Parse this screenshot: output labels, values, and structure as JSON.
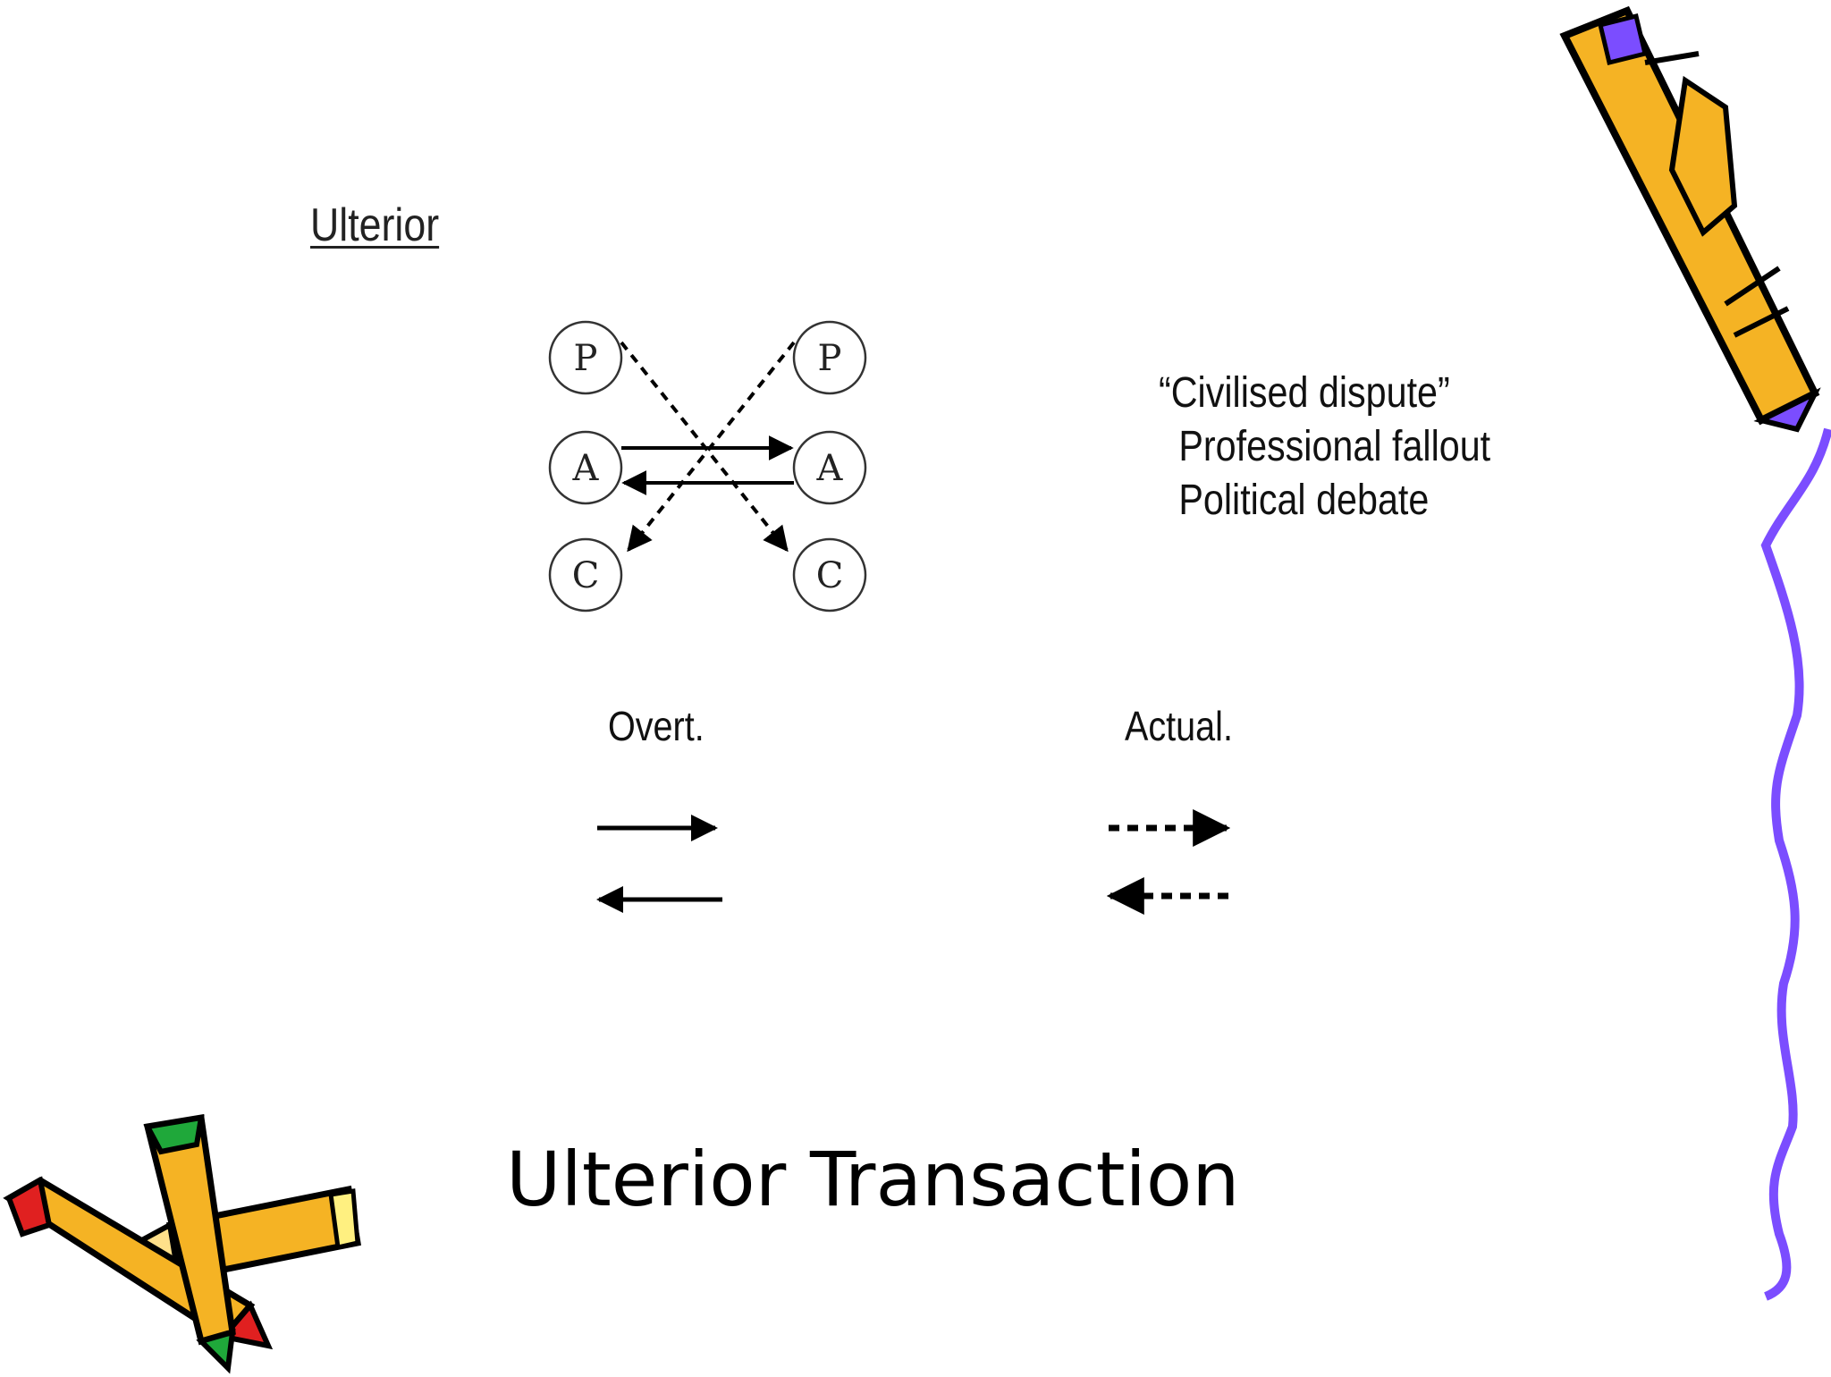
{
  "heading": "Ulterior",
  "diagram": {
    "left_nodes": [
      "P",
      "A",
      "C"
    ],
    "right_nodes": [
      "P",
      "A",
      "C"
    ]
  },
  "examples": {
    "title": "“Civilised dispute”",
    "items": [
      "Professional fallout",
      "Political debate"
    ]
  },
  "legend": {
    "overt_label": "Overt.",
    "actual_label": "Actual."
  },
  "slide_title": "Ulterior Transaction",
  "icons": [
    "pencil-icon",
    "crossed-pencils-icon",
    "wavy-line-icon"
  ],
  "colors": {
    "pencil_body": "#F5B324",
    "accent_purple": "#7B4DFF",
    "pencil_tip_red": "#E02020",
    "pencil_tip_green": "#1FA83A"
  }
}
